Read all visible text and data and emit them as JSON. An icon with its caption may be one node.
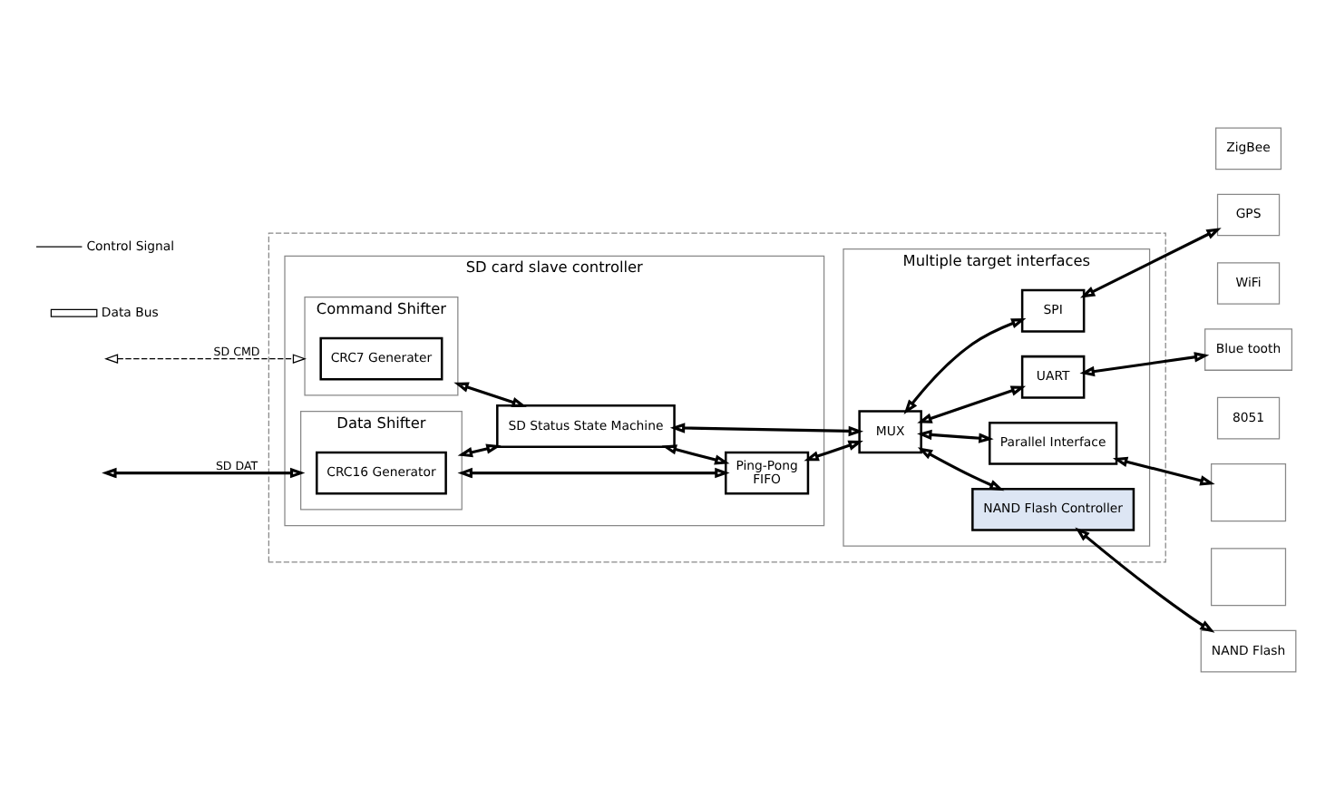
{
  "diagram": {
    "nodes": [
      {
        "text": [],
        "shape": "box"
      },
      {
        "text": [
          "SD card slave controller"
        ],
        "in": 0
      },
      {
        "text": [
          "Command Shifter"
        ],
        "in": 1
      },
      {
        "text": [
          "CRC7 Generater"
        ],
        "in": 2
      },
      {
        "text": [
          "Data Shifter"
        ],
        "in": 1
      },
      {
        "text": [
          "CRC16 Generator"
        ],
        "in": 4
      },
      {
        "text": [
          "SD Status State Machine"
        ],
        "in": 1
      },
      {
        "text": [
          "Ping-Pong",
          "FIFO"
        ],
        "in": 1
      },
      {
        "text": [
          "Multiple target interfaces"
        ],
        "in": 0
      },
      {
        "text": [
          "MUX"
        ],
        "in": 8
      },
      {
        "text": [
          "SPI"
        ],
        "in": 8
      },
      {
        "text": [
          "UART"
        ],
        "in": 8
      },
      {
        "text": [
          "Parallel Interface"
        ],
        "in": 8
      },
      {
        "text": [
          "NAND Flash Controller"
        ],
        "in": 8
      },
      {
        "text": [
          "ZigBee"
        ]
      },
      {
        "text": [
          "GPS"
        ]
      },
      {
        "text": [
          "WiFi"
        ]
      },
      {
        "text": [
          "Blue tooth"
        ]
      },
      {
        "text": [
          "8051"
        ]
      },
      {
        "text": [],
        "shape": "box"
      },
      {
        "text": [],
        "shape": "box"
      },
      {
        "text": [
          "NAND Flash"
        ]
      }
    ],
    "edges": [
      {
        "from": null,
        "to": 2,
        "arrow": "both",
        "label": "SD CMD",
        "style": "dashed"
      },
      {
        "from": null,
        "to": 4,
        "arrow": "both",
        "label": "SD DAT"
      },
      {
        "from": 2,
        "to": 6,
        "arrow": "both"
      },
      {
        "from": 4,
        "to": 6,
        "arrow": "both"
      },
      {
        "from": 6,
        "to": 7,
        "arrow": "both"
      },
      {
        "from": 6,
        "to": 9,
        "arrow": "both"
      },
      {
        "from": 4,
        "to": 7,
        "arrow": "both"
      },
      {
        "from": 7,
        "to": 9,
        "arrow": "both"
      },
      {
        "from": 9,
        "to": 10,
        "arrow": "both"
      },
      {
        "from": 9,
        "to": 11,
        "arrow": "both"
      },
      {
        "from": 9,
        "to": 12,
        "arrow": "both"
      },
      {
        "from": 9,
        "to": 13,
        "arrow": "both"
      },
      {
        "from": 10,
        "to": 15,
        "arrow": "both"
      },
      {
        "from": 11,
        "to": 17,
        "arrow": "both"
      },
      {
        "from": 12,
        "to": 19,
        "arrow": "both"
      },
      {
        "from": 13,
        "to": 21,
        "arrow": "both"
      }
    ],
    "legend": [
      {
        "text": "Control Signal"
      },
      {
        "text": "Data Bus"
      }
    ]
  }
}
